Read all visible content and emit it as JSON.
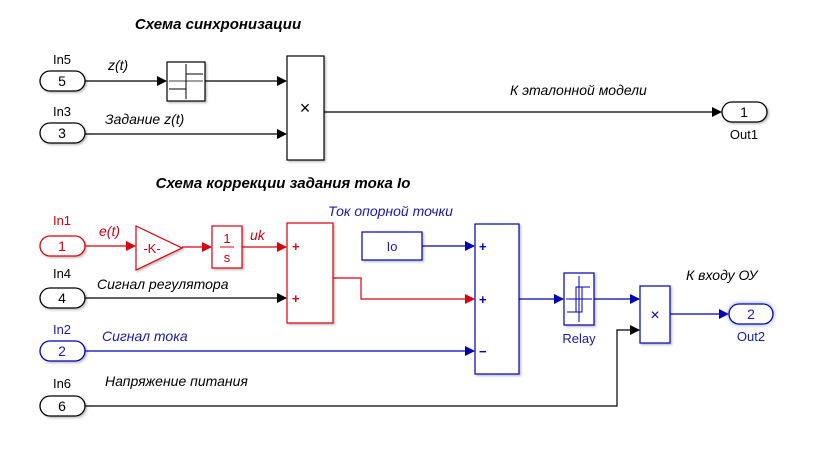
{
  "colors": {
    "black": "#000000",
    "red": "#d9000f",
    "blue": "#0000b4",
    "blue_text": "#1a1aa8",
    "red_text": "#cc0010"
  },
  "titles": {
    "sync": "Схема синхронизации",
    "correction": "Схема коррекции задания тока Io"
  },
  "ports": {
    "in5": {
      "name": "In5",
      "number": "5"
    },
    "in3": {
      "name": "In3",
      "number": "3"
    },
    "in1": {
      "name": "In1",
      "number": "1"
    },
    "in4": {
      "name": "In4",
      "number": "4"
    },
    "in2": {
      "name": "In2",
      "number": "2"
    },
    "in6": {
      "name": "In6",
      "number": "6"
    },
    "out1": {
      "name": "Out1",
      "number": "1"
    },
    "out2": {
      "name": "Out2",
      "number": "2"
    }
  },
  "signals": {
    "z": "z(t)",
    "z_setpoint": "Задание z(t)",
    "to_reference_model": "К эталонной  модели",
    "e": "e(t)",
    "uk": "uk",
    "regulator_signal": "Сигнал регулятора",
    "reference_point_current": "Ток опорной точки",
    "current_signal": "Сигнал тока",
    "supply_voltage": "Напряжение питания",
    "to_ou_input": "К входу ОУ"
  },
  "blocks": {
    "product1": {
      "symbol": "×"
    },
    "product2": {
      "symbol": "×"
    },
    "gain": {
      "label": "-K-"
    },
    "integrator": {
      "numerator": "1",
      "denominator": "s"
    },
    "sum1": {
      "signs": [
        "+",
        "+"
      ]
    },
    "sum2": {
      "signs": [
        "+",
        "+",
        "−"
      ]
    },
    "constant": {
      "label": "Io"
    },
    "relay": {
      "name": "Relay"
    }
  }
}
